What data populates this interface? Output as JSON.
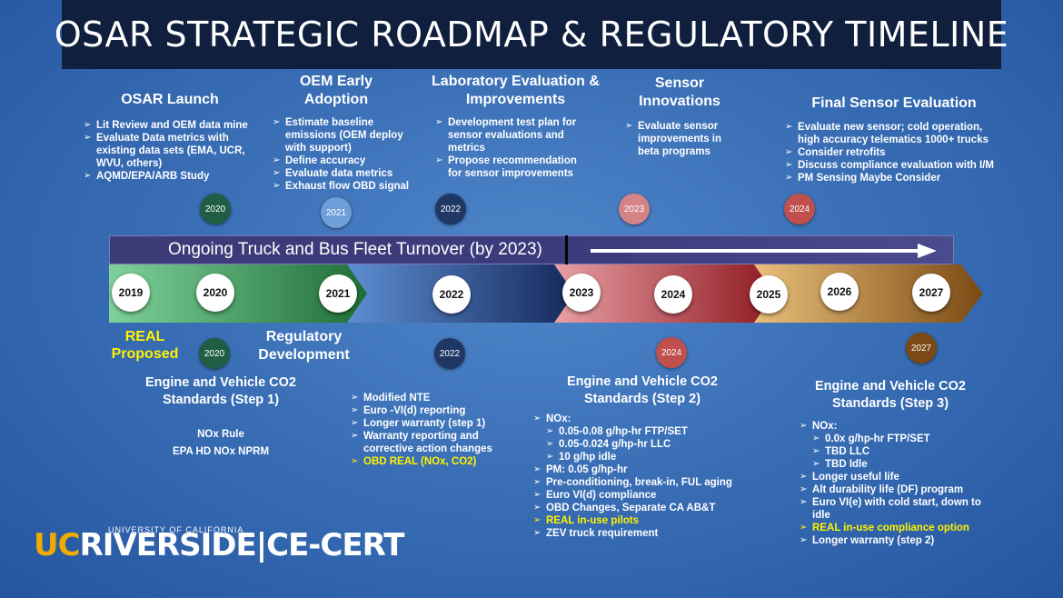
{
  "title": "OSAR STRATEGIC ROADMAP & REGULATORY TIMELINE",
  "top_sections": [
    {
      "heading": "OSAR Launch",
      "items": [
        {
          "text": "Lit Review and OEM data mine"
        },
        {
          "text": "Evaluate Data metrics with existing data sets (EMA, UCR, WVU, others)"
        },
        {
          "text": "AQMD/EPA/ARB Study"
        }
      ]
    },
    {
      "heading": "OEM Early Adoption",
      "items": [
        {
          "text": "Estimate baseline emissions (OEM deploy with support)"
        },
        {
          "text": "Define accuracy"
        },
        {
          "text": "Evaluate data metrics"
        },
        {
          "text": "Exhaust flow OBD signal"
        }
      ]
    },
    {
      "heading": "Laboratory Evaluation & Improvements",
      "items": [
        {
          "text": "Development test plan for sensor evaluations and metrics"
        },
        {
          "text": "Propose recommendation for sensor improvements"
        }
      ]
    },
    {
      "heading": "Sensor Innovations",
      "items": [
        {
          "text": "Evaluate sensor improvements in beta programs"
        }
      ]
    },
    {
      "heading": "Final Sensor Evaluation",
      "items": [
        {
          "text": "Evaluate new sensor; cold operation, high accuracy telematics 1000+ trucks"
        },
        {
          "text": "Consider retrofits"
        },
        {
          "text": "Discuss compliance evaluation with I/M"
        },
        {
          "text": "PM Sensing Maybe Consider"
        }
      ]
    }
  ],
  "top_badges": [
    "2020",
    "2021",
    "2022",
    "2023",
    "2024"
  ],
  "fleet_bar": {
    "label": "Ongoing Truck and Bus Fleet Turnover (by 2023)"
  },
  "timeline_years": [
    "2019",
    "2020",
    "2021",
    "2022",
    "2023",
    "2024",
    "2025",
    "2026",
    "2027"
  ],
  "bottom_badges": [
    "2020",
    "2022",
    "2024",
    "2027"
  ],
  "real_proposed": {
    "line1": "REAL",
    "line2": "Proposed"
  },
  "regulatory_development": {
    "line1": "Regulatory",
    "line2": "Development"
  },
  "step1": {
    "heading": "Engine and Vehicle CO2 Standards (Step 1)",
    "lines": [
      "NOx Rule",
      "EPA  HD NOx NPRM"
    ]
  },
  "reg_dev_items": [
    {
      "text": "Modified NTE"
    },
    {
      "text": "Euro -VI(d) reporting"
    },
    {
      "text": "Longer warranty (step 1)"
    },
    {
      "text": "Warranty reporting and corrective action changes"
    },
    {
      "text": "OBD REAL (NOx, CO2)"
    }
  ],
  "step2": {
    "heading": "Engine and Vehicle CO2 Standards (Step 2)",
    "items": [
      {
        "text": "NOx:"
      },
      {
        "text": "0.05-0.08 g/hp-hr FTP/SET"
      },
      {
        "text": "0.05-0.024 g/hp-hr LLC"
      },
      {
        "text": "10 g/hp idle"
      },
      {
        "text": "PM: 0.05 g/hp-hr"
      },
      {
        "text": "Pre-conditioning, break-in, FUL aging"
      },
      {
        "text": "Euro VI(d) compliance"
      },
      {
        "text": "OBD Changes, Separate CA AB&T"
      },
      {
        "text": "REAL in-use pilots"
      },
      {
        "text": "ZEV truck requirement"
      }
    ]
  },
  "step3": {
    "heading": "Engine and Vehicle CO2 Standards (Step 3)",
    "items": [
      {
        "text": "NOx:"
      },
      {
        "text": "0.0x g/hp-hr FTP/SET"
      },
      {
        "text": "TBD LLC"
      },
      {
        "text": "TBD Idle"
      },
      {
        "text": "Longer useful life"
      },
      {
        "text": "Alt durability life (DF) program"
      },
      {
        "text": "Euro VI(e) with cold start, down to idle"
      },
      {
        "text": "REAL in-use compliance option"
      },
      {
        "text": "Longer warranty (step 2)"
      }
    ]
  },
  "logo": {
    "uc": "UC",
    "riverside": "RIVERSIDE",
    "separator": "|",
    "cecert": "CE-CERT",
    "university": "UNIVERSITY OF CALIFORNIA"
  },
  "colors": {
    "title_bg": "#0f1f3d",
    "highlight": "#fff200",
    "logo_gold": "#f1ab00"
  }
}
